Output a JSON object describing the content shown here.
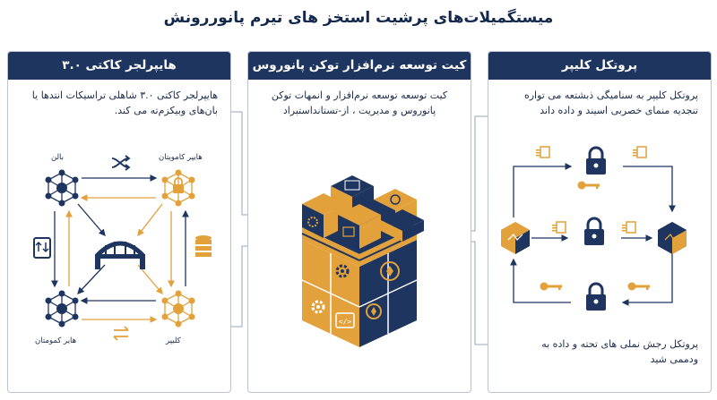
{
  "title": "میستگمیلات‌های پرشیت استخز های تیرم پانوررونش",
  "panels": {
    "left": {
      "header": "هایپرلجر کاکتی ۳.۰",
      "description": "هایپرلجر کاکتی ۳.۰ شاهلی تراسیکات انتدها یا بان‌های وبیکزم‌ته می کند.",
      "nodes": {
        "top_left": "بالن",
        "top_right": "هایپر کاموبتان",
        "bottom_left": "هایر کمومتان",
        "bottom_right": "کلیپر"
      }
    },
    "middle": {
      "header": "کیت توسعه نرم‌افزار توکن پانوروس",
      "description": "کیت توسعه توسعه نرم‌افزار و انمهات توکن پانوروس و مدیریت ، از-تستانداستبراد"
    },
    "right": {
      "header": "پروتکل کلیپر",
      "description": "پروتکل کلیپر به سناميگی ذبشتعه می تواره تنجدیه منمای خصربی اسیند و داده داند",
      "footer": "پروتکل رجش نملی های تحته و داده به ودممی شید"
    }
  },
  "colors": {
    "navy": "#1e3560",
    "gold": "#e2a13b",
    "gray_line": "#9aa4b4"
  }
}
